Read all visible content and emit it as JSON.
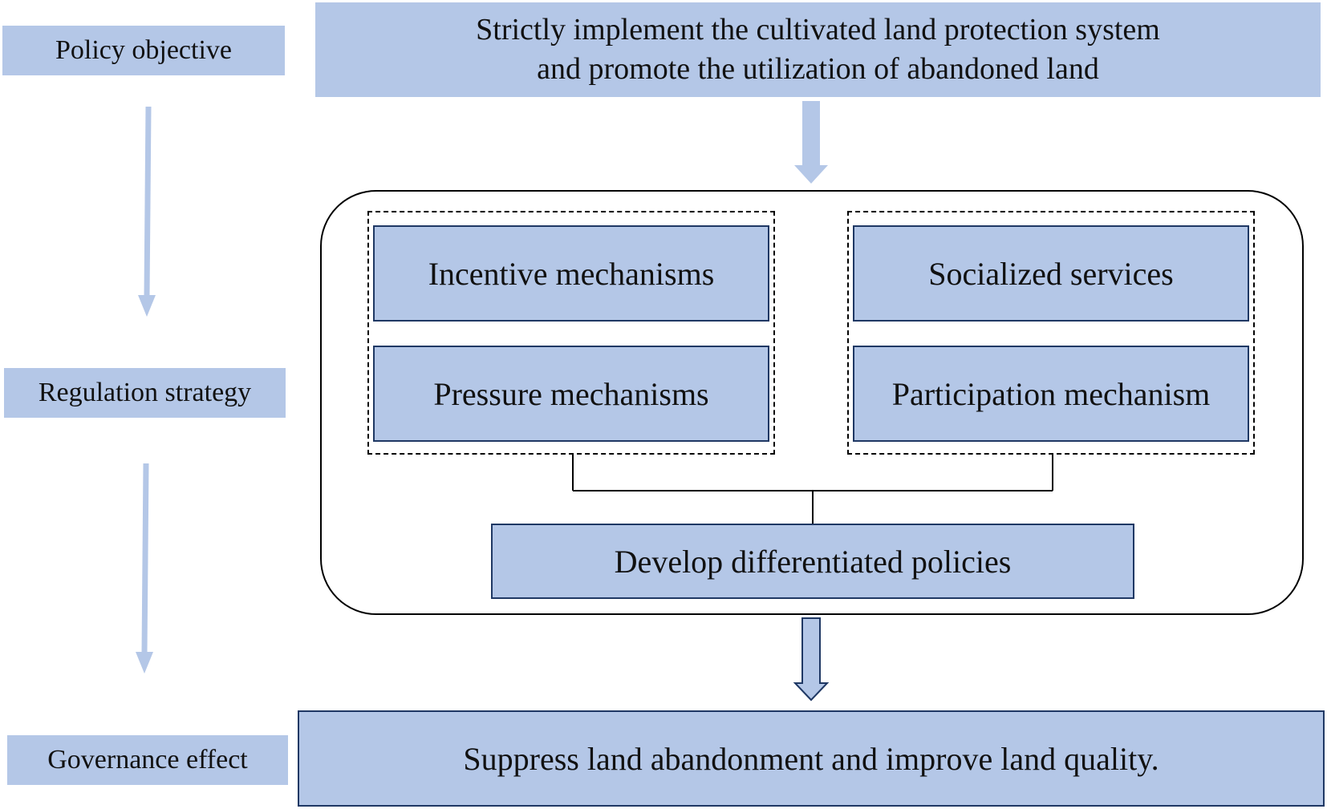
{
  "sidebar": {
    "policy_objective": "Policy objective",
    "regulation_strategy": "Regulation strategy",
    "governance_effect": "Governance effect"
  },
  "objective": {
    "line1": "Strictly implement the cultivated land protection system",
    "line2": "and promote the utilization of abandoned land"
  },
  "strategy": {
    "incentive": "Incentive mechanisms",
    "pressure": "Pressure mechanisms",
    "socialized": "Socialized services",
    "participation": "Participation mechanism",
    "differentiated": "Develop differentiated policies"
  },
  "effect": {
    "text": "Suppress land abandonment and improve land quality."
  },
  "colors": {
    "box_fill": "#b4c7e7",
    "box_border": "#1f3864",
    "arrow": "#b4c7e7"
  }
}
